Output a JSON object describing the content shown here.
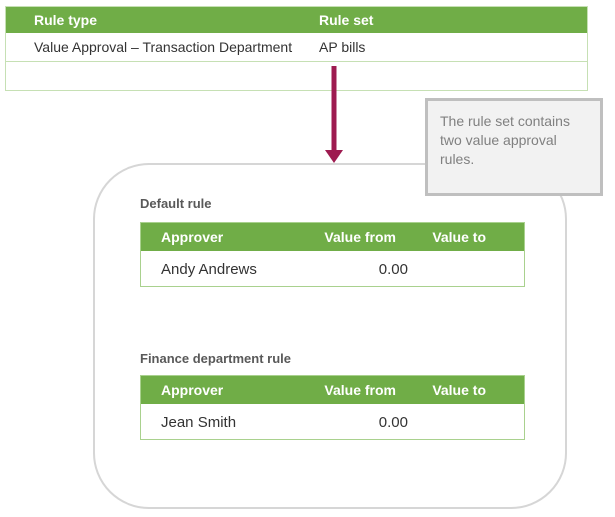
{
  "rule_table": {
    "headers": [
      "Rule type",
      "Rule set"
    ],
    "rows": [
      {
        "rule_type": "Value Approval – Transaction Department",
        "rule_set": "AP bills"
      },
      {
        "rule_type": "",
        "rule_set": ""
      }
    ]
  },
  "callout": {
    "text": "The rule set contains two value approval rules."
  },
  "rule_set_panel": {
    "sections": [
      {
        "title": "Default rule",
        "headers": [
          "Approver",
          "Value from",
          "Value to"
        ],
        "rows": [
          {
            "approver": "Andy Andrews",
            "value_from": "0.00",
            "value_to": ""
          }
        ]
      },
      {
        "title": "Finance department rule",
        "headers": [
          "Approver",
          "Value from",
          "Value to"
        ],
        "rows": [
          {
            "approver": "Jean Smith",
            "value_from": "0.00",
            "value_to": ""
          }
        ]
      }
    ]
  },
  "colors": {
    "header_green": "#70AD47",
    "pale_green_border": "#C6E0B4",
    "inner_table_border": "#A9D18E",
    "arrow_maroon": "#9E1B50",
    "callout_border": "#BFBFBF",
    "callout_bg": "#F2F2F2",
    "callout_text": "#808080",
    "panel_border": "#D6D6D6",
    "section_title_text": "#595959"
  }
}
